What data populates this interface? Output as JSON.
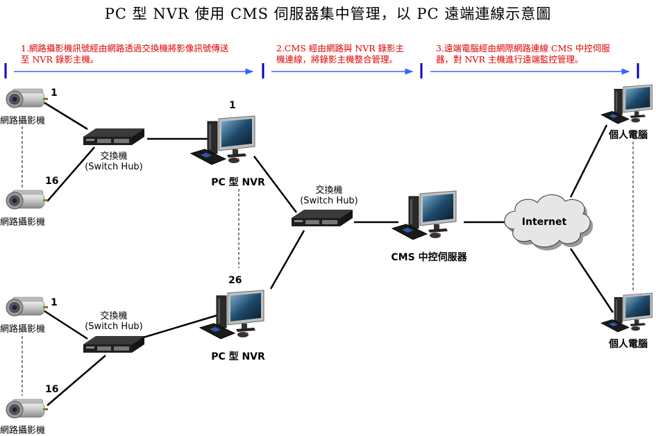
{
  "title": "PC 型 NVR 使用 CMS 伺服器集中管理，以 PC 遠端連線示意圖",
  "steps": [
    {
      "line1": "1.網路攝影機訊號經由網路透過交換機將影像訊號傳送",
      "line2": "至 NVR 錄影主機。"
    },
    {
      "line1": "2.CMS 經由網路與 NVR 錄影主",
      "line2": "機連線，將錄影主機整合管理。"
    },
    {
      "line1": "3.遠端電腦經由網際網路連線 CMS 中控伺服",
      "line2": "器，對 NVR 主機進行遠端監控管理。"
    }
  ],
  "colors": {
    "step_text": "#e00000",
    "arrow": "#3366ff",
    "marker": "#0000cc"
  },
  "camera_label": "網路攝影機",
  "camera_numbers": {
    "first": "1",
    "last": "16"
  },
  "switch_label": {
    "zh": "交換機",
    "en": "(Switch Hub)"
  },
  "nvr_label": "PC 型 NVR",
  "nvr_numbers": {
    "first": "1",
    "last": "26"
  },
  "cms_label": "CMS 中控伺服器",
  "internet_label": "Internet",
  "pc_label": "個人電腦"
}
